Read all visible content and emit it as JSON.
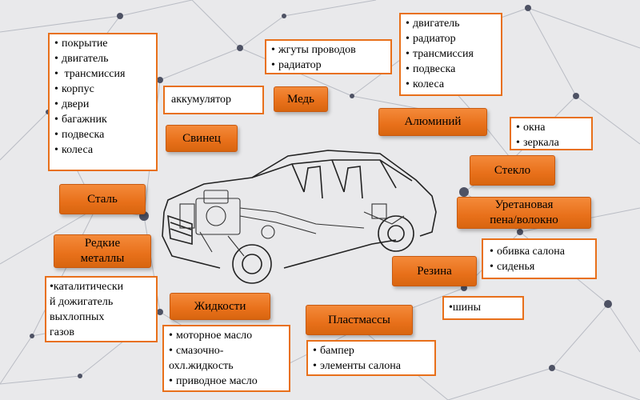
{
  "categories": {
    "copper": "Медь",
    "lead": "Свинец",
    "aluminum": "Алюминий",
    "steel": "Сталь",
    "glass": "Стекло",
    "urethane": [
      "Уретановая",
      "пена/волокно"
    ],
    "rare_metals": [
      "Редкие",
      "металлы"
    ],
    "rubber": "Резина",
    "fluids": "Жидкости",
    "plastics": "Пластмассы"
  },
  "lists": {
    "steel_items": [
      "покрытие",
      "двигатель",
      " трансмиссия",
      "корпус",
      "двери",
      "багажник",
      "подвеска",
      "колеса"
    ],
    "battery": "аккумулятор",
    "copper_items": [
      "жгуты проводов",
      "радиатор"
    ],
    "aluminum_items": [
      "двигатель",
      "радиатор",
      "трансмиссия",
      "подвеска",
      "колеса"
    ],
    "glass_items": [
      "окна",
      "зеркала"
    ],
    "urethane_items": [
      "обивка салона",
      "сиденья"
    ],
    "rare_metals_items": [
      "каталитически",
      "й дожигатель",
      "выхлопных",
      "газов"
    ],
    "rubber_items": [
      "шины"
    ],
    "fluids_items": [
      "моторное масло",
      "смазочно-",
      "охл.жидкость",
      "приводное масло"
    ],
    "plastics_items": [
      "бампер",
      "элементы салона"
    ]
  }
}
